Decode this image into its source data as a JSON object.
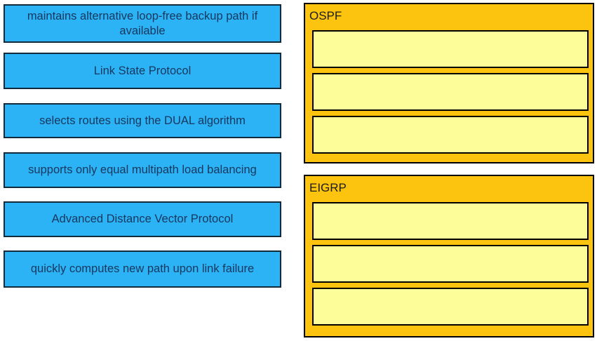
{
  "colors": {
    "page_bg": "#ffffff",
    "tile_fill": "#2cb3f5",
    "tile_border": "#112b3c",
    "tile_text": "#17375e",
    "panel_fill": "#fdc40f",
    "panel_border": "#000000",
    "panel_title_text": "#1c1c1c",
    "slot_fill": "#fdfd99",
    "slot_border": "#000000"
  },
  "tiles": [
    {
      "label": "maintains alternative loop-free backup path if available"
    },
    {
      "label": "Link State Protocol"
    },
    {
      "label": "selects routes using the DUAL algorithm"
    },
    {
      "label": "supports only equal multipath load balancing"
    },
    {
      "label": "Advanced Distance Vector Protocol"
    },
    {
      "label": "quickly computes new path upon link failure"
    }
  ],
  "panels": [
    {
      "title": "OSPF",
      "slot_count": 3
    },
    {
      "title": "EIGRP",
      "slot_count": 3
    }
  ]
}
